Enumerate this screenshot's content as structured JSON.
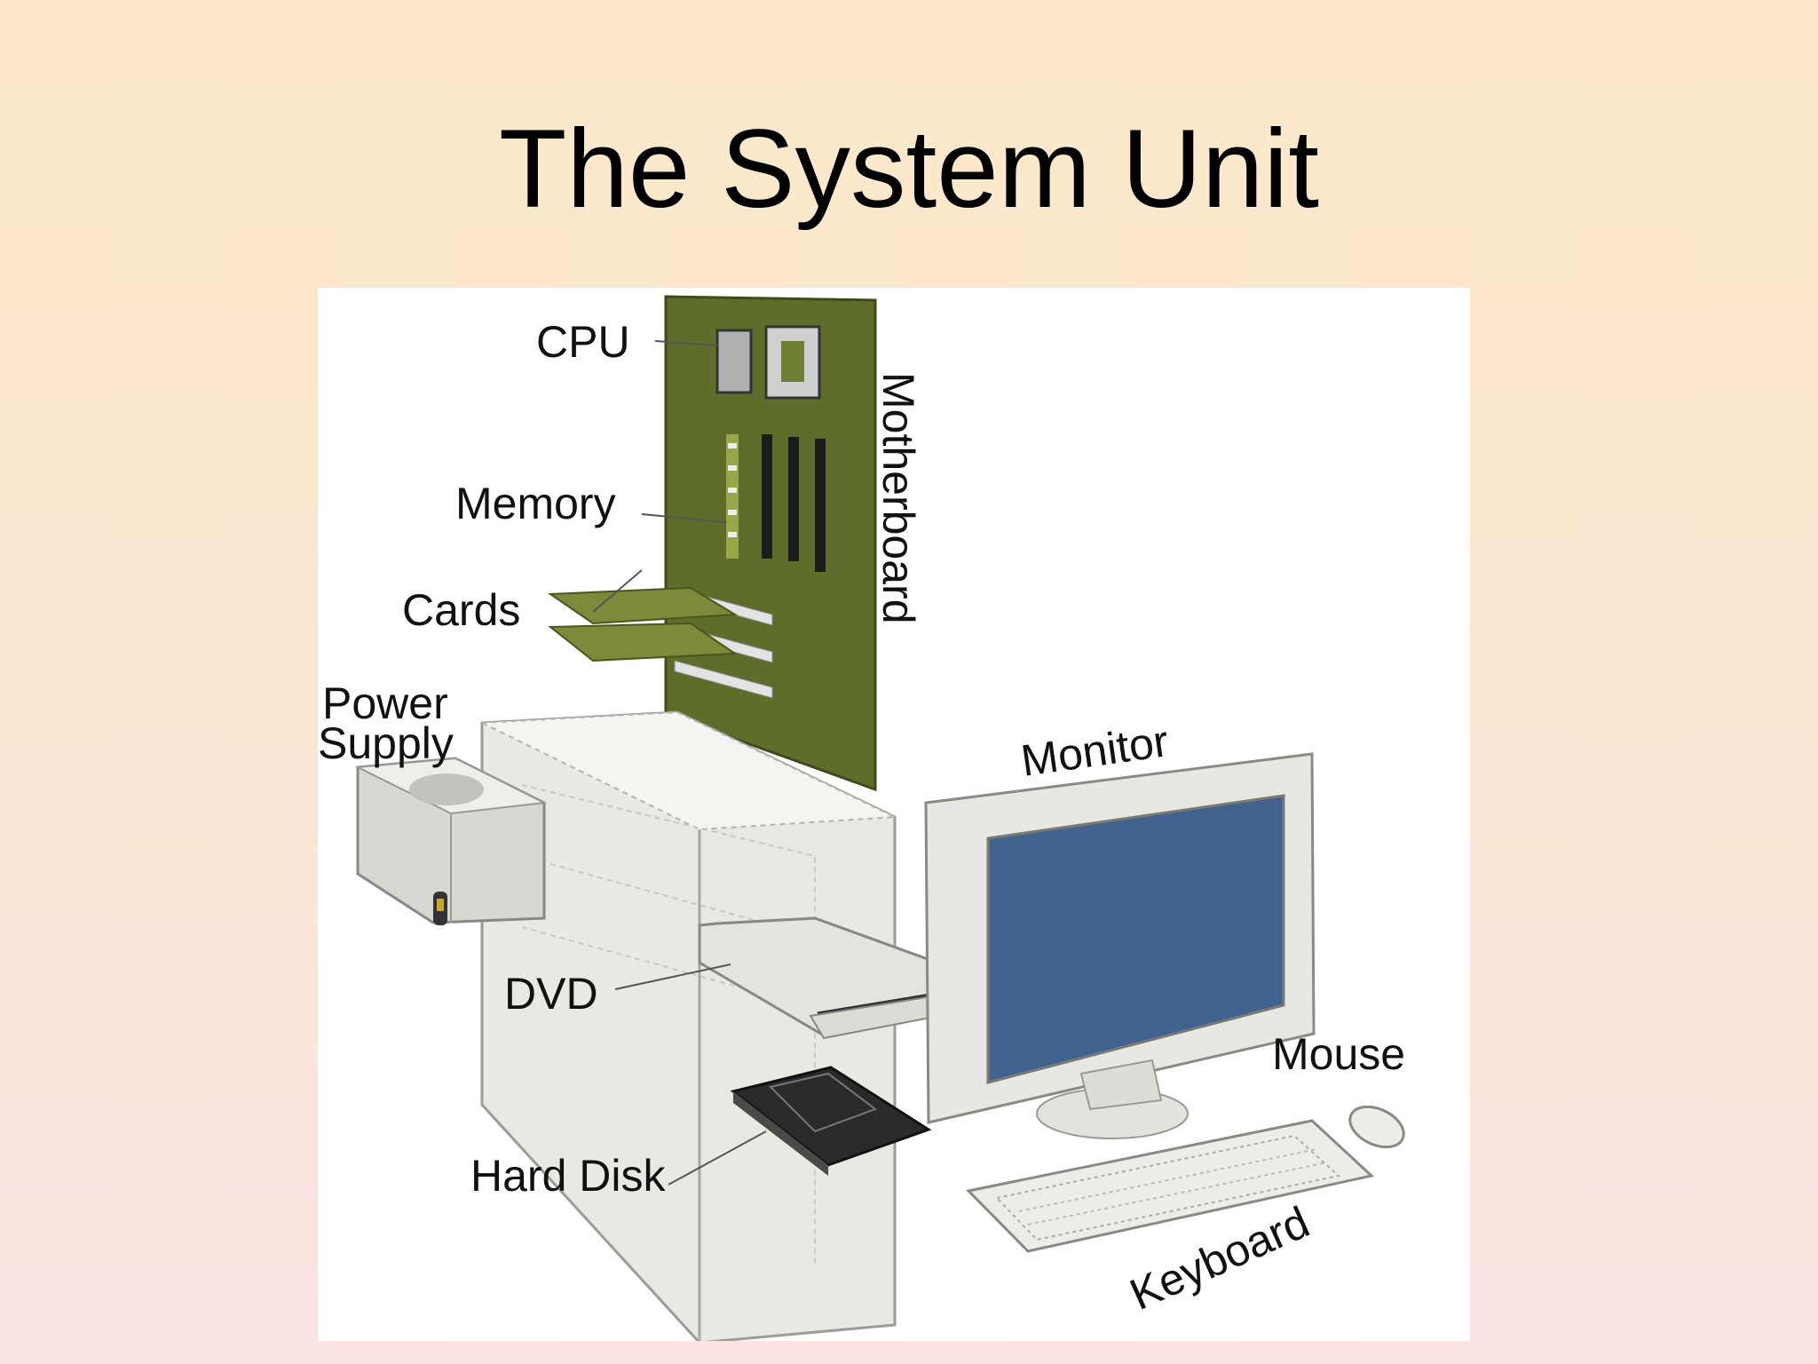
{
  "title": "The System Unit",
  "labels": {
    "cpu": "CPU",
    "memory": "Memory",
    "cards": "Cards",
    "power_supply_line1": "Power",
    "power_supply_line2": "Supply",
    "motherboard": "Motherboard",
    "monitor": "Monitor",
    "dvd": "DVD",
    "hard_disk": "Hard Disk",
    "mouse": "Mouse",
    "keyboard": "Keyboard"
  },
  "colors": {
    "motherboard": "#5e6e2a",
    "monitor_screen": "#41618e",
    "case": "#e9e9e4",
    "hard_disk": "#2a2a2a"
  }
}
